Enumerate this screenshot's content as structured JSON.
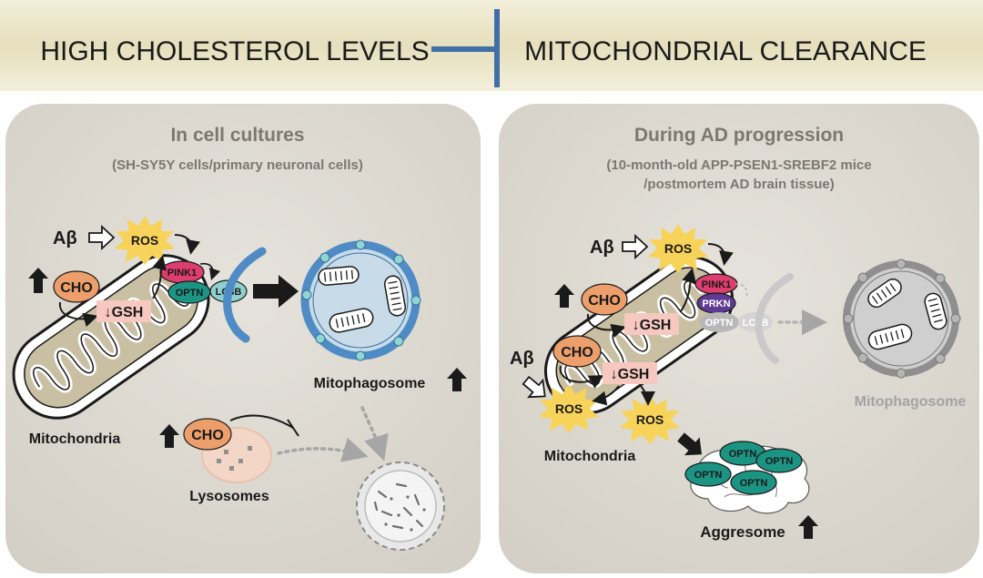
{
  "banner": {
    "left": "HIGH CHOLESTEROL LEVELS",
    "right": "MITOCHONDRIAL CLEARANCE"
  },
  "left_panel": {
    "title": "In cell cultures",
    "subtitle": "(SH-SY5Y cells/primary neuronal cells)",
    "abeta": "Aβ",
    "ros": "ROS",
    "pink1": "PINK1",
    "optn": "OPTN",
    "lc3b": "LC3B",
    "cho": "CHO",
    "gsh": "↓GSH",
    "mitochondria": "Mitochondria",
    "mitophagosome": "Mitophagosome",
    "cho_lysosome": "CHO",
    "lysosomes": "Lysosomes"
  },
  "right_panel": {
    "title": "During AD progression",
    "subtitle_line1": "(10-month-old  APP-PSEN1-SREBF2 mice",
    "subtitle_line2": "/postmortem AD brain tissue)",
    "abeta_top": "Aβ",
    "ros_top": "ROS",
    "pink1": "PINK1",
    "prkn": "PRKN",
    "optn": "OPTN",
    "lc3b": "LC3B",
    "cho_top": "CHO",
    "gsh_top": "↓GSH",
    "abeta_bottom": "Aβ",
    "cho_bottom": "CHO",
    "gsh_bottom": "↓GSH",
    "ros_left": "ROS",
    "ros_right": "ROS",
    "mitochondria": "Mitochondria",
    "mitophagosome": "Mitophagosome",
    "aggresome": "Aggresome",
    "aggresome_optn": [
      "OPTN",
      "OPTN",
      "OPTN",
      "OPTN"
    ]
  },
  "colors": {
    "banner_bg": "#e9e3c6",
    "panel_bg": "#dedbd4",
    "inhibit_blue": "#3f6fa8",
    "cho": "#ec9f6a",
    "gsh": "#f6c8bf",
    "ros": "#f8d35a",
    "pink1": "#dd3d6f",
    "prkn": "#5e3a93",
    "optn": "#1c9484",
    "lc3b": "#8fd0ce",
    "mitophagosome_ring": "#4f8bc4",
    "faded_grey": "#a3a3a3"
  }
}
